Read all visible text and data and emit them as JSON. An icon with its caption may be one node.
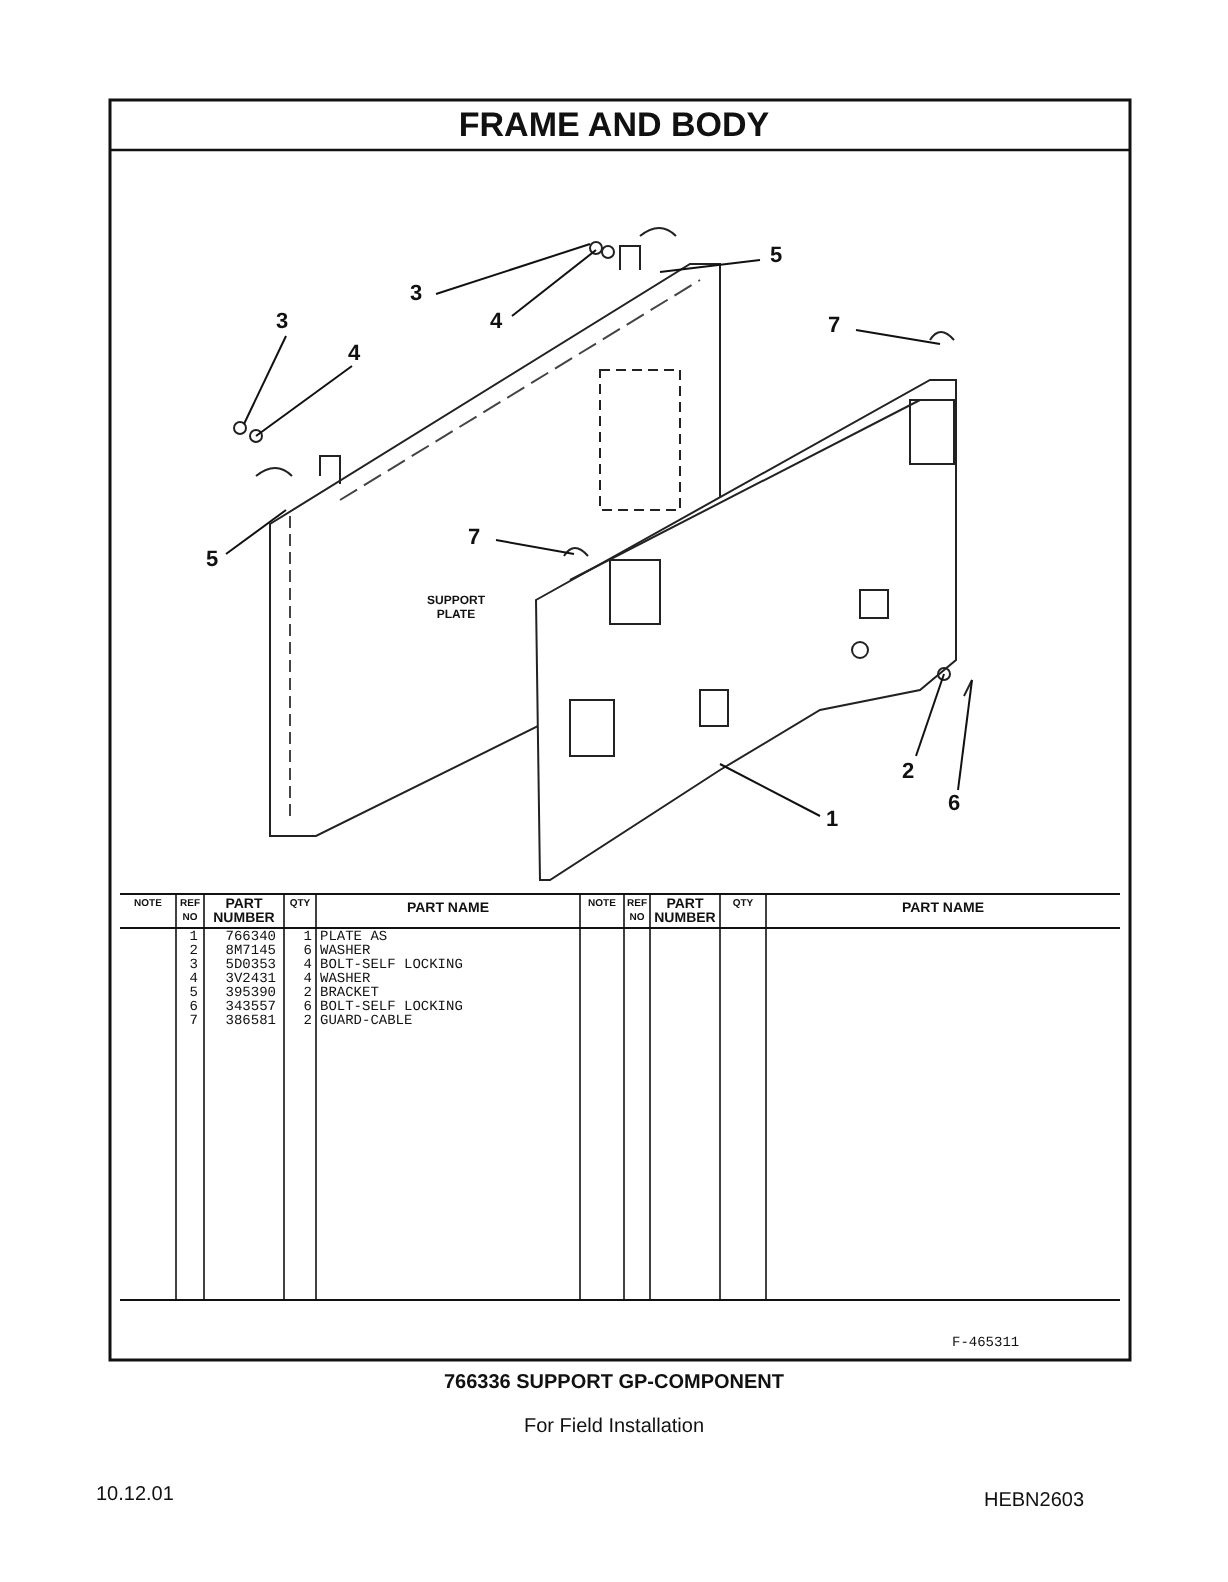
{
  "diagram": {
    "title": "FRAME AND BODY",
    "caption": "766336 SUPPORT GP-COMPONENT",
    "nodes": [
      {
        "text": [
          "5"
        ]
      },
      {
        "text": [
          "3"
        ]
      },
      {
        "text": [
          "3"
        ]
      },
      {
        "text": [
          "4"
        ]
      },
      {
        "text": [
          "7"
        ]
      },
      {
        "text": [
          "4"
        ]
      },
      {
        "text": [
          "7"
        ]
      },
      {
        "text": [
          "5"
        ]
      },
      {
        "text": [
          "2"
        ]
      },
      {
        "text": [
          "6"
        ]
      },
      {
        "text": [
          "1"
        ]
      }
    ],
    "edges": [
      {
        "from": 0,
        "to": null,
        "arrow": "none"
      },
      {
        "from": 1,
        "to": null,
        "arrow": "none"
      },
      {
        "from": 2,
        "to": null,
        "arrow": "none"
      },
      {
        "from": 3,
        "to": null,
        "arrow": "none"
      },
      {
        "from": 4,
        "to": null,
        "arrow": "none"
      },
      {
        "from": 5,
        "to": null,
        "arrow": "none"
      },
      {
        "from": 6,
        "to": null,
        "arrow": "none"
      },
      {
        "from": 7,
        "to": null,
        "arrow": "none"
      },
      {
        "from": 8,
        "to": null,
        "arrow": "none"
      },
      {
        "from": 9,
        "to": null,
        "arrow": "none"
      },
      {
        "from": 10,
        "to": null,
        "arrow": "none"
      }
    ],
    "labels": [
      "SUPPORT PLATE",
      "NOTE",
      "REF NO",
      "PART NUMBER",
      "QTY",
      "PART NAME",
      "NOTE",
      "REF NO",
      "PART NUMBER",
      "QTY",
      "PART NAME",
      "1",
      "766340",
      "1",
      "PLATE AS",
      "2",
      "8M7145",
      "6",
      "WASHER",
      "3",
      "5D0353",
      "4",
      "BOLT-SELF LOCKING",
      "4",
      "3V2431",
      "4",
      "WASHER",
      "5",
      "395390",
      "2",
      "BRACKET",
      "6",
      "343557",
      "6",
      "BOLT-SELF LOCKING",
      "7",
      "386581",
      "2",
      "GUARD-CABLE",
      "F-465311",
      "For Field Installation",
      "10.12.01",
      "HEBN2603"
    ]
  }
}
